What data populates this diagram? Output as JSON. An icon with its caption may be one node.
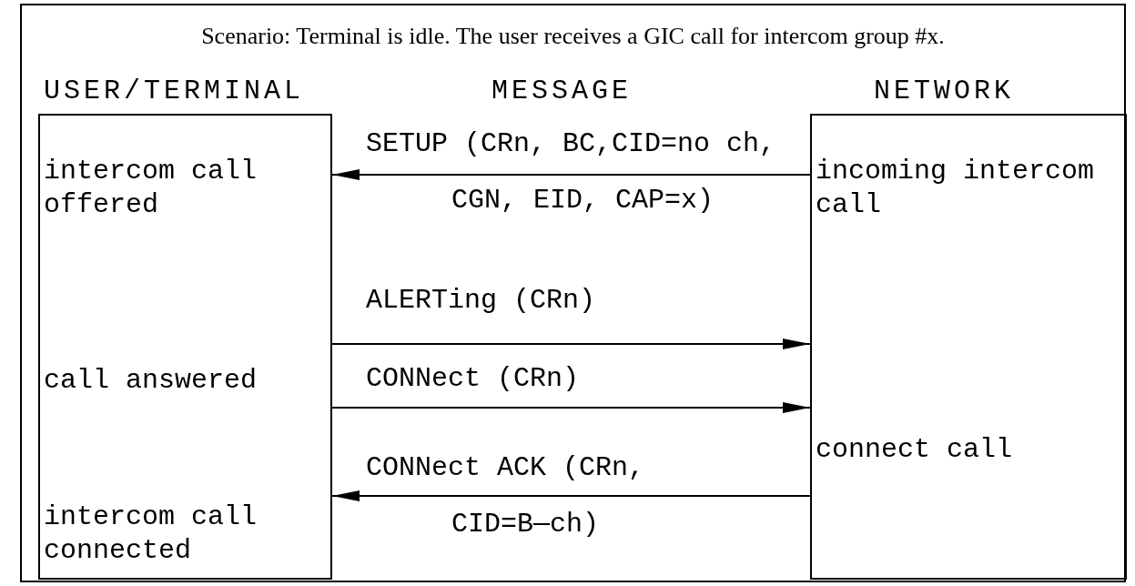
{
  "diagram": {
    "title": "Scenario: Terminal is idle. The user receives a GIC call for intercom group #x.",
    "nodes": [
      {
        "text": [
          "intercom call offered",
          "call answered",
          "intercom call connected"
        ]
      },
      {
        "text": [
          "incoming intercom call",
          "connect call"
        ]
      }
    ],
    "edges": [
      {
        "from": 1,
        "to": 0,
        "arrow": "to"
      },
      {
        "from": 0,
        "to": 1,
        "arrow": "to"
      },
      {
        "from": 0,
        "to": 1,
        "arrow": "to"
      },
      {
        "from": 1,
        "to": 0,
        "arrow": "to"
      }
    ],
    "labels": [
      "USER/TERMINAL",
      "MESSAGE",
      "NETWORK",
      "SETUP (CRn, BC,CID=no ch,",
      "CGN, EID, CAP=x)",
      "ALERTing (CRn)",
      "CONNect (CRn)",
      "CONNect ACK (CRn,",
      "CID=B—ch)"
    ]
  }
}
